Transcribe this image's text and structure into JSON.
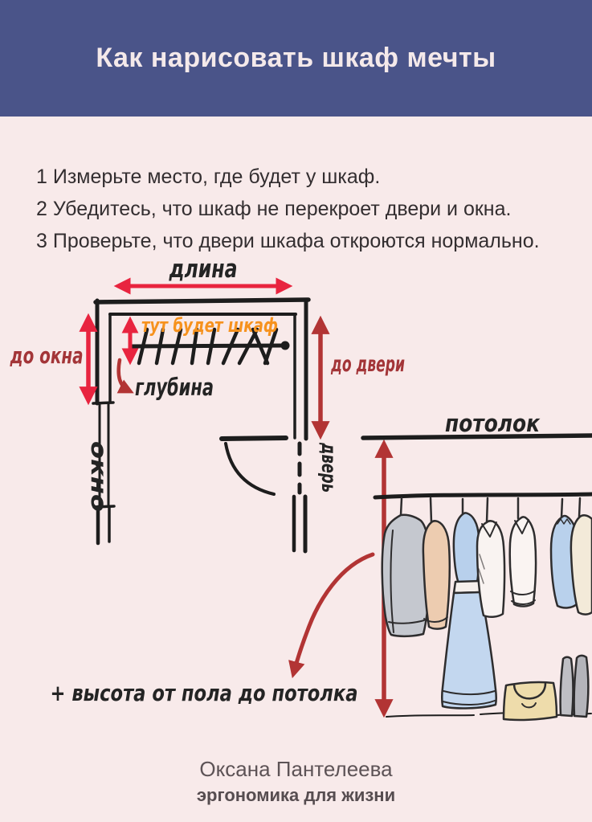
{
  "header": {
    "title": "Как нарисовать шкаф мечты"
  },
  "steps": [
    "1 Измерьте место, где будет у шкаф.",
    "2 Убедитесь, что шкаф не перекроет двери и окна.",
    "3 Проверьте, что двери шкафа откроются нормально."
  ],
  "diagram": {
    "floor_plan": {
      "length_label": "длина",
      "to_window_label": "до окна",
      "wardrobe_here_label": "тут будет шкаф",
      "depth_label": "глубина",
      "to_door_label": "до двери",
      "window_label": "окно",
      "door_label": "дверь"
    },
    "elevation": {
      "ceiling_label": "потолок",
      "height_note": "+ высота от пола до потолка"
    },
    "colors": {
      "bright_red_arrow": "#e8243f",
      "dark_red_arrow": "#b23434",
      "dark_red_text": "#a33538",
      "orange_text": "#f6921e",
      "ink": "#1d1d1d"
    }
  },
  "footer": {
    "author": "Оксана Пантелеева",
    "tagline": "эргономика для жизни"
  },
  "theme": {
    "header_bg": "#4a5489",
    "header_text": "#f4e9ea",
    "page_bg": "#f8eaea"
  }
}
